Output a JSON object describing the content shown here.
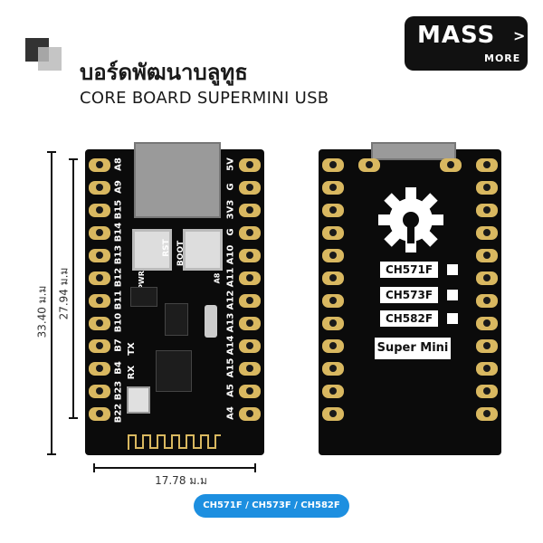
{
  "header": {
    "title_th": "บอร์ดพัฒนาบลูทูธ",
    "title_en": "CORE BOARD SUPERMINI USB"
  },
  "logo": {
    "brand": "MASS",
    "sub": "MORE"
  },
  "dimensions": {
    "height_outer": "33.40 ม.ม",
    "height_pins": "27.94 ม.ม",
    "width": "17.78 ม.ม"
  },
  "front": {
    "left_pins": [
      "A8",
      "A9",
      "B15",
      "B14",
      "B13",
      "B12",
      "B11",
      "B10",
      "B7",
      "B4",
      "B23",
      "B22"
    ],
    "right_pins": [
      "5V",
      "G",
      "3V3",
      "G",
      "A10",
      "A11",
      "A12",
      "A13",
      "A14",
      "A15",
      "A5",
      "A4"
    ],
    "inner_labels": [
      "TX",
      "RX",
      "RST",
      "BOOT",
      "PWR",
      "A8"
    ]
  },
  "back": {
    "chips": [
      "CH571F",
      "CH573F",
      "CH582F"
    ],
    "model": "Super Mini"
  },
  "footer_tag": "CH571F / CH573F / CH582F",
  "colors": {
    "pad": "#d9b860",
    "board": "#0b0b0b",
    "tag": "#1d8fe0"
  }
}
